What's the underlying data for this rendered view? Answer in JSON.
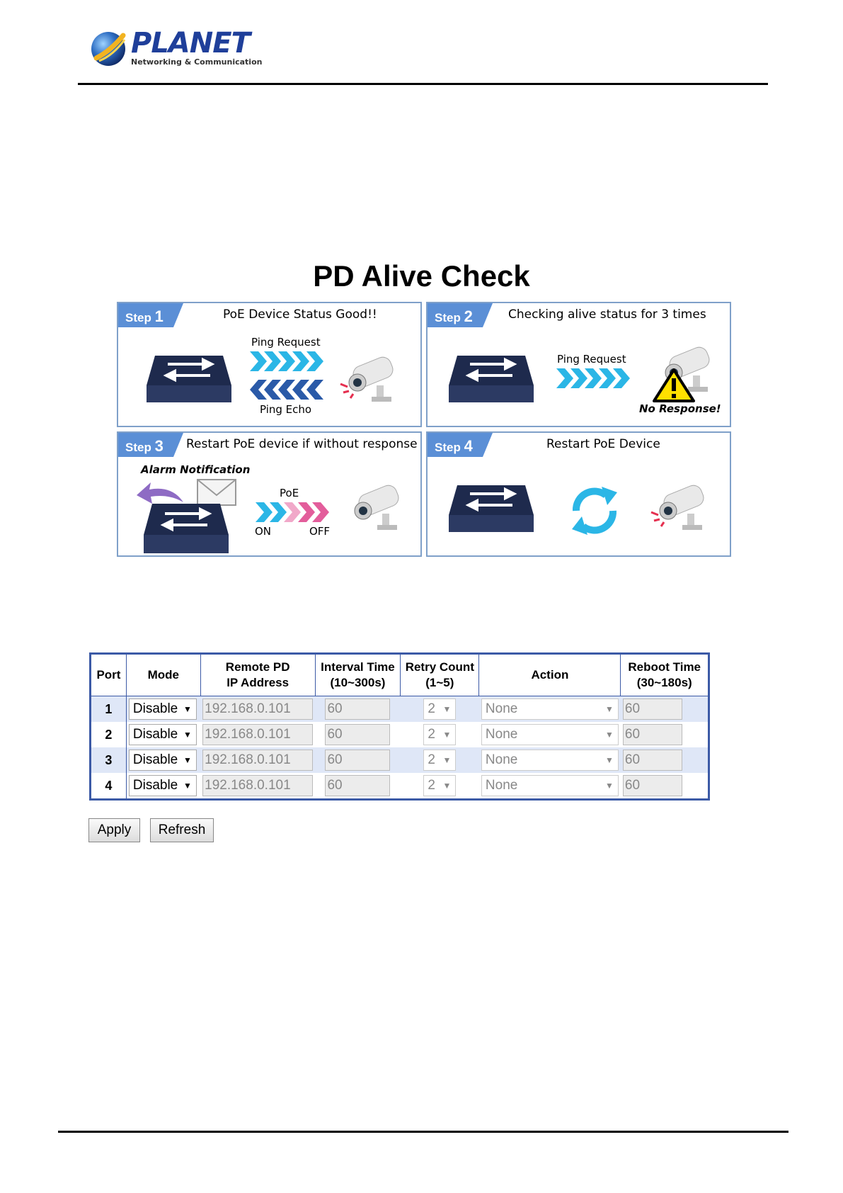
{
  "header": {
    "brand": "PLANET",
    "tagline": "Networking & Communication"
  },
  "diagram": {
    "title": "PD Alive Check",
    "step_word": "Step",
    "steps": [
      {
        "num": "1",
        "title": "PoE Device Status Good!!",
        "labels": [
          "Ping Request",
          "Ping Echo"
        ]
      },
      {
        "num": "2",
        "title": "Checking alive status for 3 times",
        "labels": [
          "Ping Request",
          "No Response!"
        ]
      },
      {
        "num": "3",
        "title": "Restart PoE device if without response",
        "labels": [
          "Alarm Notification",
          "PoE",
          "ON",
          "OFF"
        ]
      },
      {
        "num": "4",
        "title": "Restart PoE Device",
        "labels": []
      }
    ],
    "colors": {
      "tab": "#5b8fd6",
      "ping_arrow": "#2bb6e6",
      "echo_arrow": "#2a5aa8",
      "off_arrow": "#e35d9b",
      "switch": "#1e2a4d"
    }
  },
  "table": {
    "headers": {
      "port": "Port",
      "mode": "Mode",
      "ip_l1": "Remote PD",
      "ip_l2": "IP Address",
      "interval_l1": "Interval Time",
      "interval_l2": "(10~300s)",
      "retry_l1": "Retry Count",
      "retry_l2": "(1~5)",
      "action": "Action",
      "reboot_l1": "Reboot Time",
      "reboot_l2": "(30~180s)"
    },
    "rows": [
      {
        "port": "1",
        "mode": "Disable",
        "ip": "192.168.0.101",
        "interval": "60",
        "retry": "2",
        "action": "None",
        "reboot": "60"
      },
      {
        "port": "2",
        "mode": "Disable",
        "ip": "192.168.0.101",
        "interval": "60",
        "retry": "2",
        "action": "None",
        "reboot": "60"
      },
      {
        "port": "3",
        "mode": "Disable",
        "ip": "192.168.0.101",
        "interval": "60",
        "retry": "2",
        "action": "None",
        "reboot": "60"
      },
      {
        "port": "4",
        "mode": "Disable",
        "ip": "192.168.0.101",
        "interval": "60",
        "retry": "2",
        "action": "None",
        "reboot": "60"
      }
    ]
  },
  "buttons": {
    "apply": "Apply",
    "refresh": "Refresh"
  }
}
